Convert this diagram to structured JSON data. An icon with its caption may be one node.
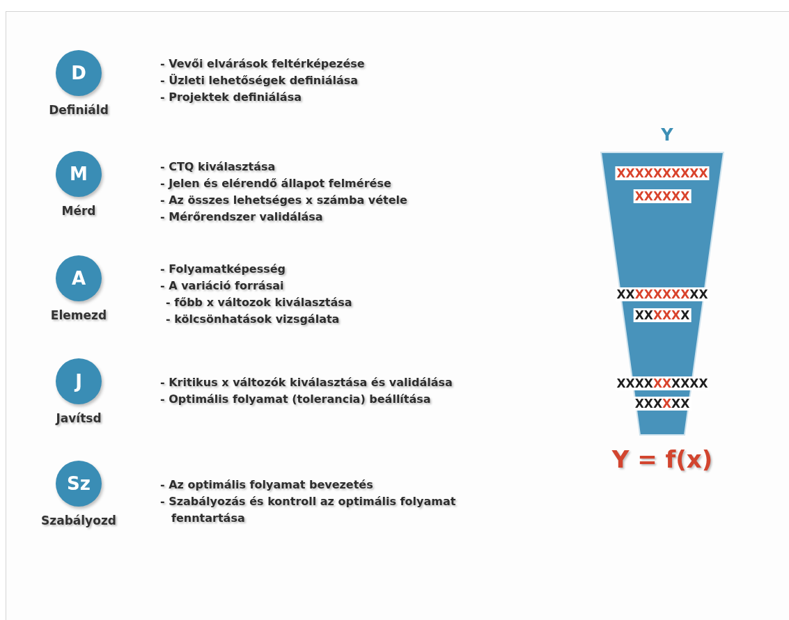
{
  "diagram": {
    "nodes": [
      {
        "text": [
          "D",
          "Definiáld"
        ],
        "beside": [
          "- Vevői elvárások feltérképezése",
          "- Üzleti lehetőségek definiálása",
          "- Projektek definiálása"
        ]
      },
      {
        "text": [
          "M",
          "Mérd"
        ],
        "beside": [
          "- CTQ kiválasztása",
          "- Jelen és elérendő állapot felmérése",
          "- Az összes lehetséges x számba vétele",
          "- Mérőrendszer validálása"
        ]
      },
      {
        "text": [
          "A",
          "Elemezd"
        ],
        "beside": [
          "- Folyamatképesség",
          "- A variáció forrásai",
          "- főbb x változok kiválasztása",
          "- kölcsönhatások vizsgálata"
        ]
      },
      {
        "text": [
          "J",
          "Javítsd"
        ],
        "beside": [
          "- Kritikus x változók kiválasztása és validálása",
          "- Optimális folyamat (tolerancia) beállítása"
        ]
      },
      {
        "text": [
          "Sz",
          "Szabályozd"
        ],
        "beside": [
          "- Az optimális folyamat bevezetés",
          "- Szabályozás és kontroll az optimális folyamat fenntartása"
        ]
      }
    ],
    "labels": [
      "Y",
      "XXXXXXXXXX",
      "XXXXXX",
      "XXXXXXXXXX",
      "XXXXXX",
      "XXXXXXXXXX",
      "XXXXXX",
      "Y = f(x)"
    ]
  }
}
